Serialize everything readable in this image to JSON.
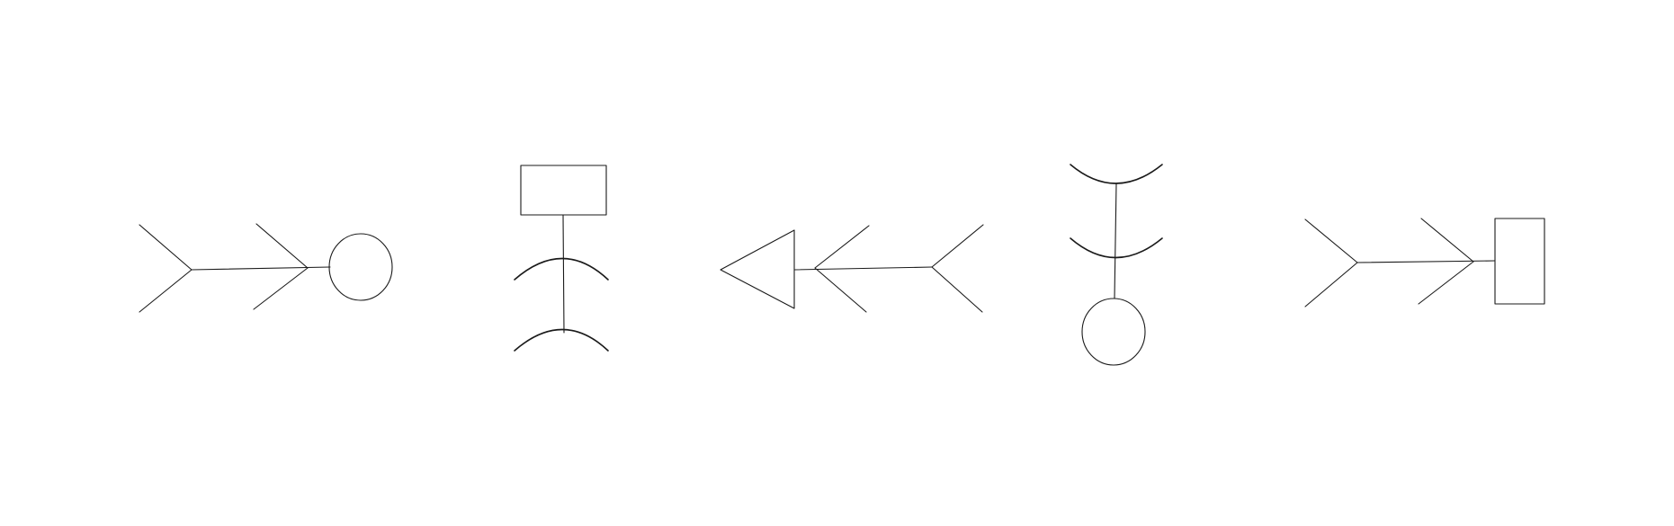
{
  "diagram": {
    "background": "#ffffff",
    "stroke_color": "#1a1a1a",
    "glyph_count": 5,
    "glyphs": [
      {
        "name": "fletched-shaft-with-circle",
        "orientation": "horizontal"
      },
      {
        "name": "box-with-two-arcs",
        "orientation": "vertical"
      },
      {
        "name": "triangle-arrow-with-fletching",
        "orientation": "horizontal"
      },
      {
        "name": "two-arcs-with-circle",
        "orientation": "vertical"
      },
      {
        "name": "fletched-shaft-with-rectangle",
        "orientation": "horizontal"
      }
    ]
  }
}
